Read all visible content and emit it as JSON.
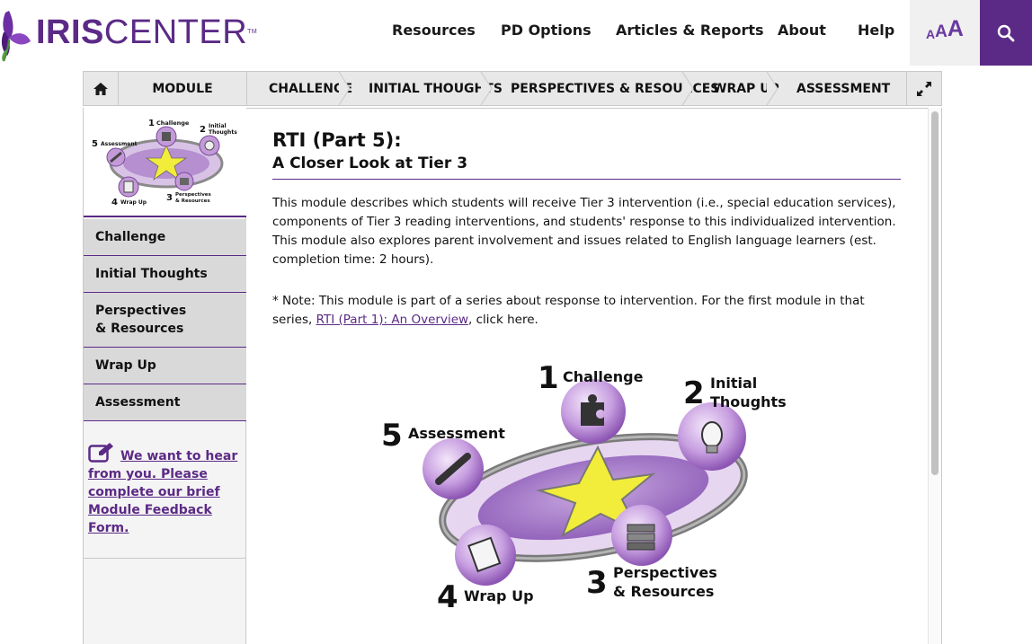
{
  "header": {
    "logo": {
      "word_bold": "IRIS",
      "word_light": "CENTER",
      "tm": "TM"
    },
    "nav": [
      {
        "label": "Resources"
      },
      {
        "label": "PD Options"
      },
      {
        "label": "Articles & Reports"
      },
      {
        "label": "About"
      },
      {
        "label": "Help"
      }
    ],
    "font_size_label": {
      "small": "A",
      "medium": "A",
      "large": "A"
    },
    "colors": {
      "brand": "#5b2a86",
      "search_bg": "#5b2a86"
    }
  },
  "module_bar": {
    "home_icon": "home-icon",
    "module_label": "MODULE",
    "steps": [
      {
        "label": "CHALLENGE"
      },
      {
        "label": "INITIAL THOUGHTS"
      },
      {
        "label": "PERSPECTIVES & RESOURCES"
      },
      {
        "label": "WRAP UP"
      },
      {
        "label": "ASSESSMENT"
      }
    ],
    "expand_icon": "expand-icon"
  },
  "sidebar": {
    "thumb_labels": {
      "n1": "1",
      "l1": "Challenge",
      "n2": "2",
      "l2a": "Initial",
      "l2b": "Thoughts",
      "n3": "3",
      "l3a": "Perspectives",
      "l3b": "& Resources",
      "n4": "4",
      "l4": "Wrap Up",
      "n5": "5",
      "l5": "Assessment"
    },
    "items": [
      {
        "label": "Challenge"
      },
      {
        "label": "Initial Thoughts"
      },
      {
        "label": "Perspectives & Resources"
      },
      {
        "label": "Wrap Up"
      },
      {
        "label": "Assessment"
      }
    ],
    "feedback": "We want to hear from you. Please complete our brief Module Feedback Form."
  },
  "main": {
    "title": "RTI (Part 5):",
    "subtitle": "A Closer Look at Tier 3",
    "description": "This module describes which students will receive Tier 3 intervention (i.e., special education services), components of Tier 3 reading interventions, and students' response to this individualized intervention. This module also explores parent involvement and issues related to English language learners (est. completion time: 2 hours).",
    "note_prefix": "* Note: This module is part of a series about response to intervention. For the first module in that series,",
    "note_link": "RTI (Part 1): An Overview",
    "note_suffix": ", click here.",
    "diagram": {
      "n1": "1",
      "l1": "Challenge",
      "n2": "2",
      "l2a": "Initial",
      "l2b": "Thoughts",
      "n3": "3",
      "l3a": "Perspectives",
      "l3b": "& Resources",
      "n4": "4",
      "l4": "Wrap Up",
      "n5": "5",
      "l5": "Assessment"
    }
  }
}
